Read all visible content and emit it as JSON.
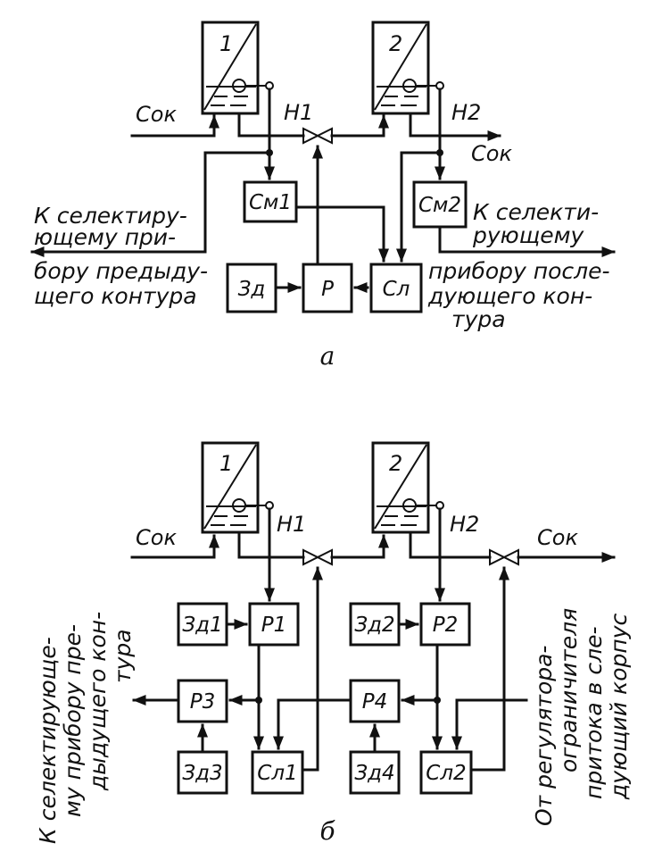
{
  "diagram_a": {
    "tanks": [
      "1",
      "2"
    ],
    "levels": [
      "H1",
      "H2"
    ],
    "inflow": "Сок",
    "outflow": "Сок",
    "blocks": {
      "sm1": "См1",
      "sm2": "См2",
      "zd": "Зд",
      "r": "Р",
      "sl": "Сл"
    },
    "left_text": [
      "К селектиру-",
      "ющему при-",
      "бору предыду-",
      "щего контура"
    ],
    "right_text": [
      "К селекти-",
      "рующему",
      "прибору после-",
      "дующего кон-",
      "тура"
    ],
    "caption": "а"
  },
  "diagram_b": {
    "tanks": [
      "1",
      "2"
    ],
    "levels": [
      "H1",
      "H2"
    ],
    "inflow": "Сок",
    "outflow": "Сок",
    "blocks": {
      "zd1": "Зд1",
      "r1": "Р1",
      "zd2": "Зд2",
      "r2": "Р2",
      "r3": "Р3",
      "r4": "Р4",
      "zd3": "Зд3",
      "zd4": "Зд4",
      "sl1": "Сл1",
      "sl2": "Сл2"
    },
    "left_text": [
      "К селектирующе-",
      "му прибору пре-",
      "дыдущего кон-",
      "тура"
    ],
    "right_text": [
      "От регулятора-",
      "ограничителя",
      "притока в сле-",
      "дующий корпус"
    ],
    "caption": "б"
  }
}
